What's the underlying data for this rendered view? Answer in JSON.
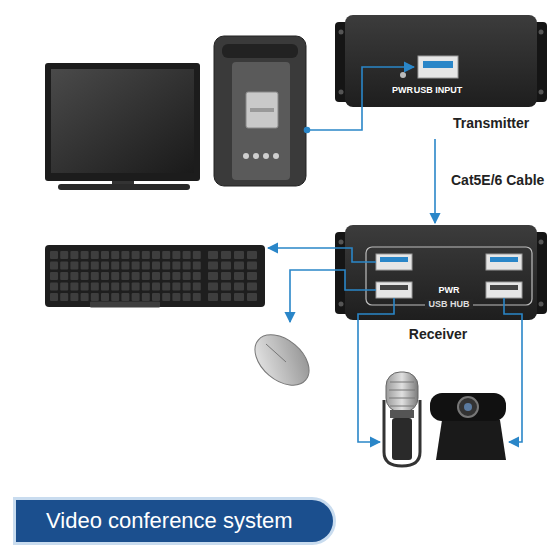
{
  "diagram": {
    "title": "Video conference system",
    "nodes": [
      {
        "text": [
          "PWR",
          "USB INPUT",
          "Transmitter"
        ]
      },
      {
        "text": [
          "PWR",
          "USB HUB",
          "Receiver"
        ]
      }
    ],
    "edges": [
      {
        "from": 0,
        "to": 1,
        "arrow": "to",
        "label": "Cat5E/6 Cable"
      }
    ]
  }
}
